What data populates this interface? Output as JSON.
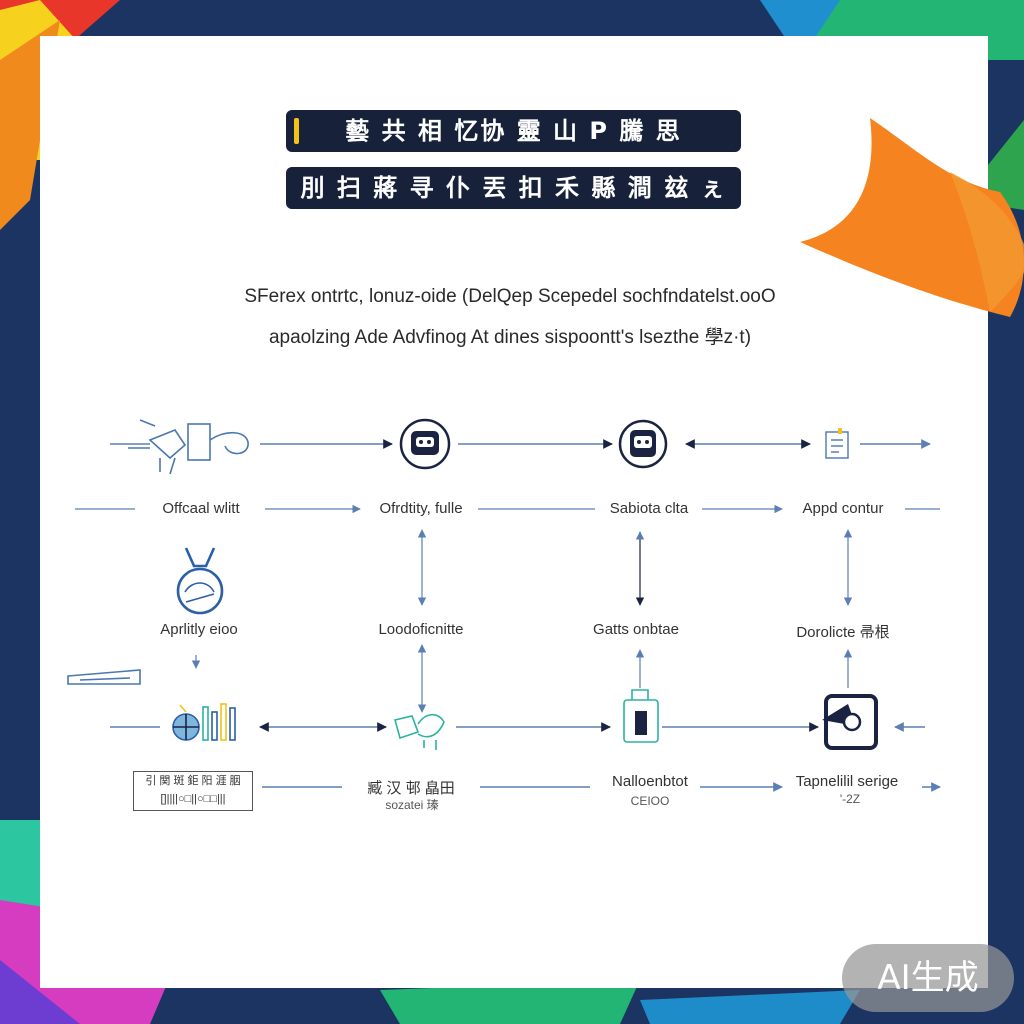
{
  "header": {
    "title_line1": "藝 共 相 忆协 靈 山 P 騰 思",
    "title_line2": "刖 扫 蔣 寻 仆 丟 扣 禾 縣 澗 玆 ぇ"
  },
  "subtitle": {
    "line1": "SFerex ontrtc, lonuz-oide (DelQep Scepedel sochfndatelst.ooO",
    "line2": "apaolzing Ade Advfinog At dines sispoontt's lsezthe 學z·t)"
  },
  "nodes": {
    "row1": [
      "Offcaal wlitt",
      "Ofrdtity, fulle",
      "Sabiota clta",
      "Appd contur"
    ],
    "row2": [
      "Aprlitly eioo",
      "Loodoficnitte",
      "Gatts onbtae",
      "Dorolicte 帚根"
    ],
    "row3_box": [
      "引 関 斑 鉅 阳 涯 胭",
      "[]||||○□||○□□|||"
    ],
    "row3": [
      "臧 汉 邨 皛田",
      "Nalloenbtot",
      "Tapnelilil serige"
    ],
    "row3_sub": [
      "sozatei 瑧",
      "CEIOO",
      "'-2Z"
    ]
  },
  "badge": {
    "label": "AI生成"
  },
  "colors": {
    "background": "#1c3461",
    "card": "#ffffff",
    "title_bar": "#17213a",
    "accent_yellow": "#f2c318",
    "accent_orange": "#f5831f",
    "line_blue": "#5b7fb3",
    "icon_dark": "#1a2442"
  }
}
